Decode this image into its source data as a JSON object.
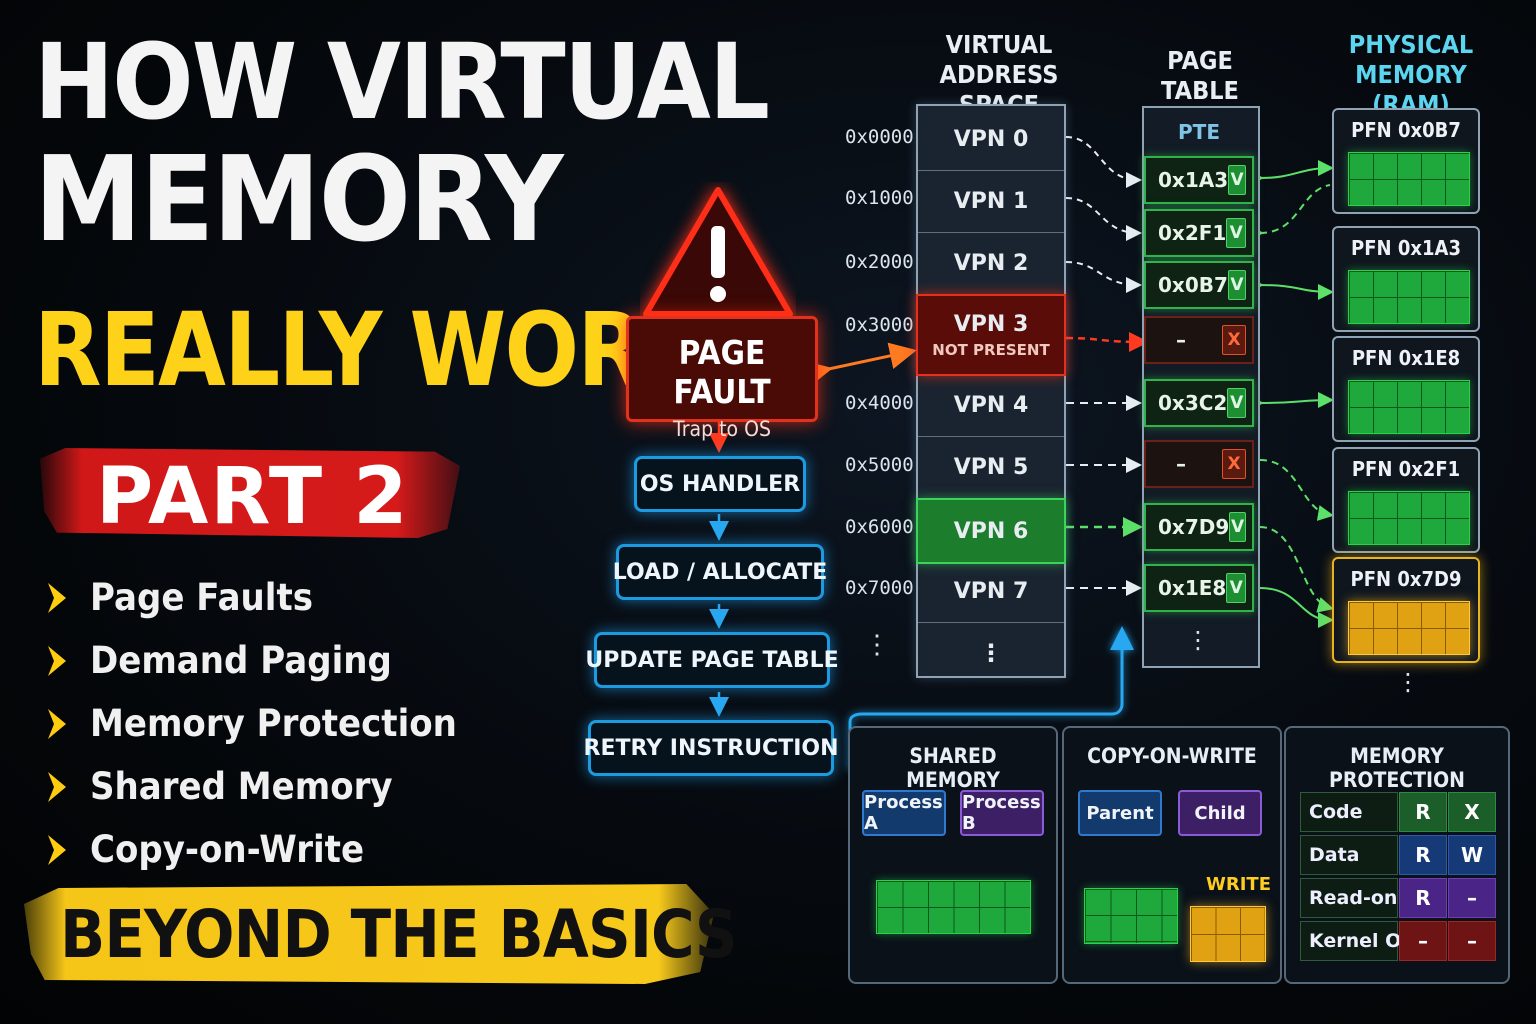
{
  "title": {
    "line1": "HOW VIRTUAL",
    "line2": "MEMORY",
    "line3": "REALLY WORKS",
    "part": "PART 2",
    "tagline": "BEYOND THE BASICS"
  },
  "topics": [
    "Page Faults",
    "Demand Paging",
    "Memory Protection",
    "Shared Memory",
    "Copy-on-Write"
  ],
  "columns": {
    "virtual": "VIRTUAL\nADDRESS SPACE",
    "page_table": "PAGE TABLE",
    "physical": "PHYSICAL\nMEMORY (RAM)",
    "pte_header": "PTE"
  },
  "addresses": [
    "0x0000",
    "0x1000",
    "0x2000",
    "0x3000",
    "0x4000",
    "0x5000",
    "0x6000",
    "0x7000"
  ],
  "vpns": [
    {
      "label": "VPN 0",
      "sub": "",
      "state": "normal"
    },
    {
      "label": "VPN 1",
      "sub": "",
      "state": "normal"
    },
    {
      "label": "VPN 2",
      "sub": "",
      "state": "normal"
    },
    {
      "label": "VPN 3",
      "sub": "NOT PRESENT",
      "state": "fault"
    },
    {
      "label": "VPN 4",
      "sub": "",
      "state": "normal"
    },
    {
      "label": "VPN 5",
      "sub": "",
      "state": "normal"
    },
    {
      "label": "VPN 6",
      "sub": "",
      "state": "active"
    },
    {
      "label": "VPN 7",
      "sub": "",
      "state": "normal"
    }
  ],
  "ptes": [
    {
      "value": "0x1A3",
      "flag": "V"
    },
    {
      "value": "0x2F1",
      "flag": "V"
    },
    {
      "value": "0x0B7",
      "flag": "V"
    },
    {
      "value": "–",
      "flag": "X"
    },
    {
      "value": "0x3C2",
      "flag": "V"
    },
    {
      "value": "–",
      "flag": "X"
    },
    {
      "value": "0x7D9",
      "flag": "V"
    },
    {
      "value": "0x1E8",
      "flag": "V"
    }
  ],
  "frames": [
    {
      "label": "PFN 0x0B7",
      "highlight": false
    },
    {
      "label": "PFN 0x1A3",
      "highlight": false
    },
    {
      "label": "PFN 0x1E8",
      "highlight": false
    },
    {
      "label": "PFN 0x2F1",
      "highlight": false
    },
    {
      "label": "PFN 0x7D9",
      "highlight": true
    }
  ],
  "ellipsis": "⋮",
  "page_fault": {
    "title": "PAGE FAULT",
    "subtitle": "Trap to OS"
  },
  "flow_steps": [
    "OS HANDLER",
    "LOAD / ALLOCATE",
    "UPDATE PAGE TABLE",
    "RETRY INSTRUCTION"
  ],
  "panels": {
    "shared": {
      "title": "SHARED MEMORY",
      "proc_a": "Process A",
      "proc_b": "Process B"
    },
    "cow": {
      "title": "COPY-ON-WRITE",
      "parent": "Parent",
      "child": "Child",
      "write": "WRITE"
    },
    "protection": {
      "title": "MEMORY PROTECTION",
      "rows": [
        {
          "name": "Code",
          "p1": "R",
          "p2": "X",
          "c1": "#1b5e2a",
          "c2": "#1b5e2a"
        },
        {
          "name": "Data",
          "p1": "R",
          "p2": "W",
          "c1": "#163a78",
          "c2": "#163a78"
        },
        {
          "name": "Read-only",
          "p1": "R",
          "p2": "–",
          "c1": "#4a2486",
          "c2": "#4a2486"
        },
        {
          "name": "Kernel Only",
          "p1": "–",
          "p2": "–",
          "c1": "#6e1414",
          "c2": "#6e1414"
        }
      ]
    }
  },
  "colors": {
    "green": "#2fb34a",
    "red": "#e2321c",
    "blue": "#1d9be0",
    "gold": "#f5c518"
  }
}
